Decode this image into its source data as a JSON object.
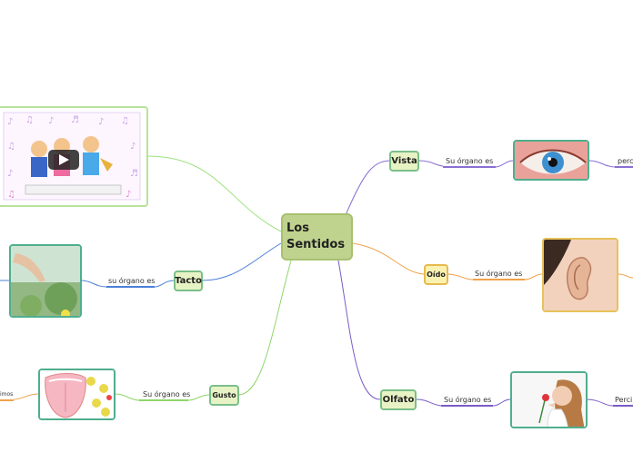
{
  "central_topic": "Los\nSentidos",
  "senses": [
    {
      "name": "Vista",
      "organ_label": "Su órgano es",
      "trailing": "perc"
    },
    {
      "name": "Oído",
      "organ_label": "Su órgano es",
      "trailing": ""
    },
    {
      "name": "Olfato",
      "organ_label": "Su órgano es",
      "trailing": "Perci"
    },
    {
      "name": "Tacto",
      "organ_label": "su órgano es",
      "trailing": ""
    },
    {
      "name": "Gusto",
      "organ_label": "Su órgano es",
      "trailing": "imos"
    }
  ],
  "images": [
    "video-thumbnail-kids-music",
    "eye",
    "ear",
    "woman-smelling-flower",
    "hand-touching-cactus",
    "tongue-taste-map"
  ],
  "colors": {
    "vista_line": "#8a6fd1",
    "oido_line": "#f0a14a",
    "olfato_line": "#7a5cc7",
    "tacto_line": "#4a7fd8",
    "gusto_line": "#8fd66a",
    "video_line": "#9be27c",
    "center_fill": "#bfd38e"
  }
}
